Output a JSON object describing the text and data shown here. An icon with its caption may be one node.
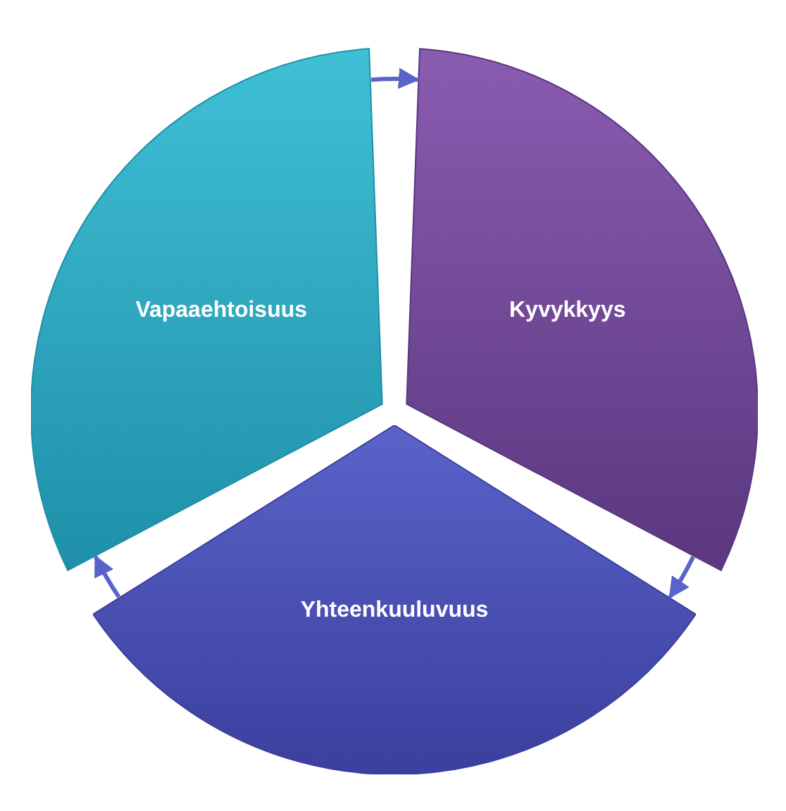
{
  "diagram": {
    "nodes": [
      {
        "text": [
          "Kyvykkyys"
        ]
      },
      {
        "text": [
          "Yhteenkuuluvuus"
        ]
      },
      {
        "text": [
          "Vapaaehtoisuus"
        ]
      }
    ],
    "edges": [
      {
        "from": 2,
        "to": 0,
        "arrow": "to"
      },
      {
        "from": 0,
        "to": 1,
        "arrow": "to"
      },
      {
        "from": 1,
        "to": 2,
        "arrow": "to"
      }
    ]
  }
}
